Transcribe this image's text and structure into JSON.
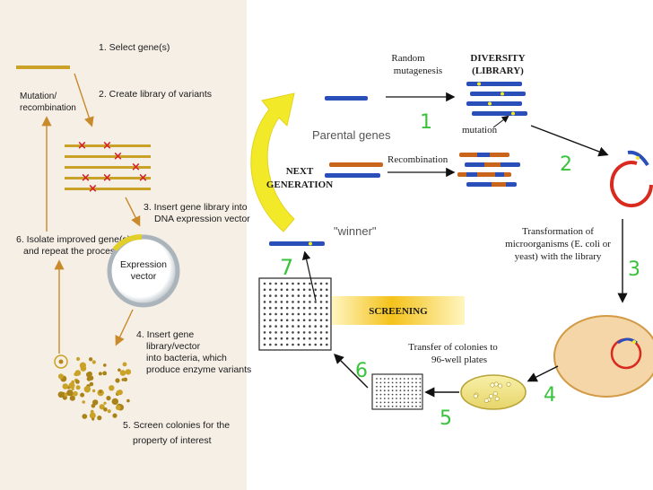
{
  "left": {
    "step1": "1. Select gene(s)",
    "mutation_line1": "Mutation/",
    "mutation_line2": "recombination",
    "step2": "2. Create library of variants",
    "step3_line1": "3. Insert gene library into",
    "step3_line2": "DNA expression vector",
    "step6_line1": "6. Isolate improved gene(s)",
    "step6_line2": "and repeat the process",
    "vector_line1": "Expression",
    "vector_line2": "vector",
    "step4_line1": "4. Insert gene",
    "step4_line2": "library/vector",
    "step4_line3": "into bacteria, which",
    "step4_line4": "produce enzyme variants",
    "step5_line1": "5. Screen colonies for the",
    "step5_line2": "property of interest",
    "mutation_mark": "×"
  },
  "right": {
    "random_line1": "Random",
    "random_line2": "mutagenesis",
    "diversity_line1": "DIVERSITY",
    "diversity_line2": "(LIBRARY)",
    "parental_genes": "Parental genes",
    "mutation": "mutation",
    "recombination": "Recombination",
    "next_line1": "NEXT",
    "next_line2": "GENERATION",
    "winner": "\"winner\"",
    "transformation_line1": "Transformation of",
    "transformation_line2": "microorganisms (E. coli or",
    "transformation_line3": "yeast) with the library",
    "screening": "SCREENING",
    "transfer_line1": "Transfer of colonies to",
    "transfer_line2": "96-well plates",
    "steps": [
      "1",
      "2",
      "3",
      "4",
      "5",
      "6",
      "7"
    ]
  },
  "colors": {
    "left_background": "#f6efe6",
    "gene_gold": "#c9a227",
    "mutation_red": "#d4222a",
    "gene_blue": "#2b4fb8",
    "gene_orange": "#c8651b",
    "plasmid_red": "#d92a1f",
    "step_green": "#39c23c",
    "arrow_yellow": "#f2ea28",
    "screening_band": "#f4c21a",
    "cell_fill": "#f4d6a8"
  }
}
